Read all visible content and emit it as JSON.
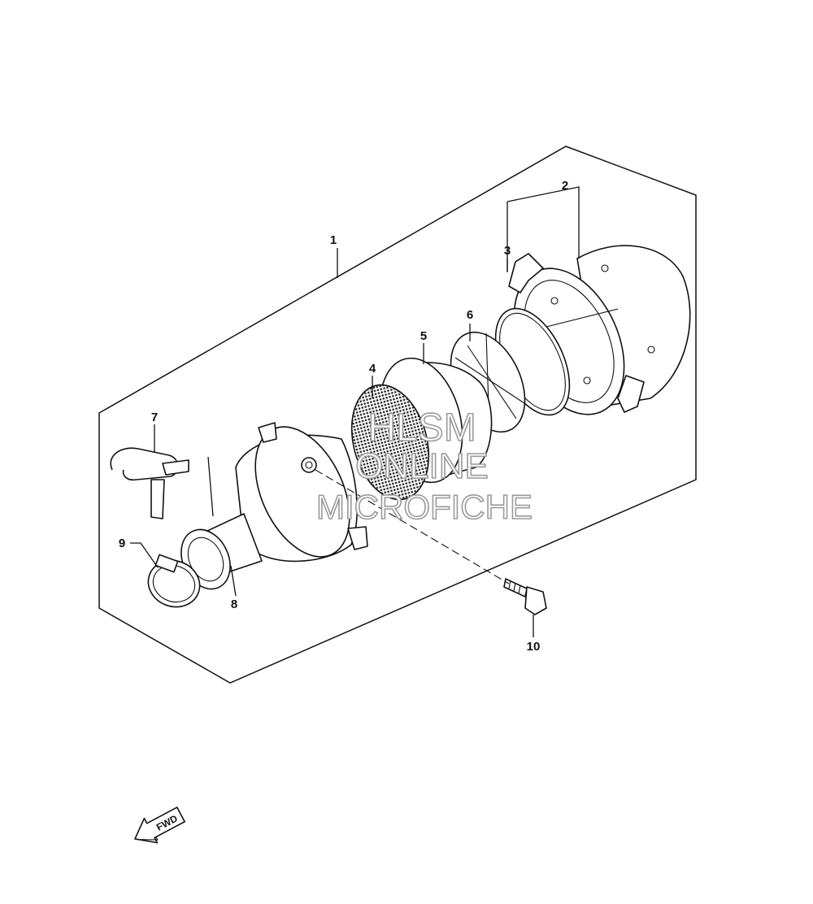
{
  "diagram": {
    "callouts": [
      {
        "id": "1",
        "label": "1"
      },
      {
        "id": "2",
        "label": "2"
      },
      {
        "id": "3",
        "label": "3"
      },
      {
        "id": "4",
        "label": "4"
      },
      {
        "id": "5",
        "label": "5"
      },
      {
        "id": "6",
        "label": "6"
      },
      {
        "id": "7",
        "label": "7"
      },
      {
        "id": "8",
        "label": "8"
      },
      {
        "id": "9",
        "label": "9"
      },
      {
        "id": "10",
        "label": "10"
      }
    ],
    "direction_arrow": {
      "label": "FWD",
      "icon": "fwd-arrow-icon"
    },
    "watermark": {
      "line1": "HLSM",
      "line2": "ONLINE",
      "line3": "MICROFICHE"
    }
  }
}
